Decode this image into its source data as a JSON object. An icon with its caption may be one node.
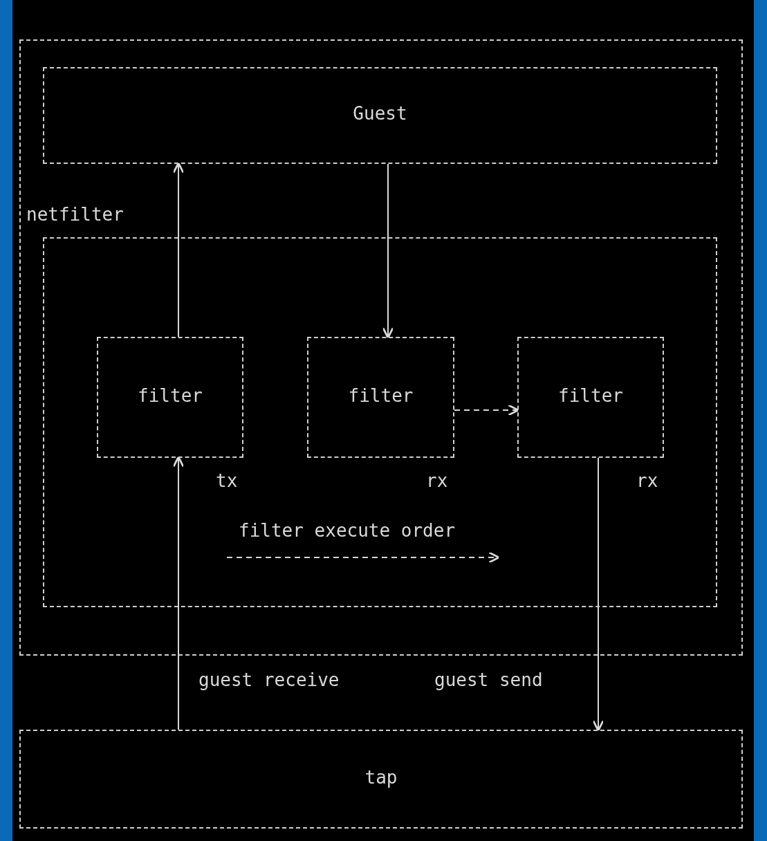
{
  "diagram": {
    "nodes": [
      {
        "text": [],
        "shape": "box"
      },
      {
        "text": [
          "Guest"
        ],
        "in": 0
      },
      {
        "text": [
          "netfilter"
        ],
        "in": 0
      },
      {
        "text": [
          "filter"
        ],
        "in": 2,
        "beside": [
          "tx"
        ]
      },
      {
        "text": [
          "filter"
        ],
        "in": 2,
        "beside": [
          "rx"
        ]
      },
      {
        "text": [
          "filter"
        ],
        "in": 2,
        "beside": [
          "rx"
        ]
      },
      {
        "text": [
          "tap"
        ]
      }
    ],
    "edges": [
      {
        "from": 3,
        "to": 1,
        "arrow": "to"
      },
      {
        "from": 1,
        "to": 4,
        "arrow": "to"
      },
      {
        "from": 4,
        "to": 5,
        "arrow": "to",
        "style": "dashed"
      },
      {
        "from": 6,
        "to": 3,
        "arrow": "to",
        "label": "guest receive"
      },
      {
        "from": 5,
        "to": 6,
        "arrow": "to",
        "label": "guest send"
      }
    ],
    "labels": [
      "filter execute order"
    ]
  }
}
